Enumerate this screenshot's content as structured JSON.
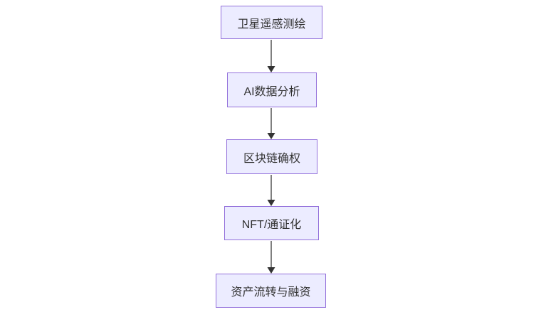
{
  "diagram": {
    "type": "flowchart",
    "direction": "top-down",
    "colors": {
      "node_fill": "#ECECFF",
      "node_border": "#9370DB",
      "node_text": "#333333",
      "edge_line": "#555555",
      "edge_arrowhead": "#333333",
      "background": "#ffffff"
    },
    "nodes": [
      {
        "id": "satellite-mapping",
        "label": "卫星遥感测绘"
      },
      {
        "id": "ai-analysis",
        "label": "AI数据分析"
      },
      {
        "id": "blockchain-rights",
        "label": "区块链确权"
      },
      {
        "id": "nft-tokenization",
        "label": "NFT/通证化"
      },
      {
        "id": "asset-financing",
        "label": "资产流转与融资"
      }
    ],
    "edges": [
      {
        "from": "satellite-mapping",
        "to": "ai-analysis"
      },
      {
        "from": "ai-analysis",
        "to": "blockchain-rights"
      },
      {
        "from": "blockchain-rights",
        "to": "nft-tokenization"
      },
      {
        "from": "nft-tokenization",
        "to": "asset-financing"
      }
    ]
  }
}
